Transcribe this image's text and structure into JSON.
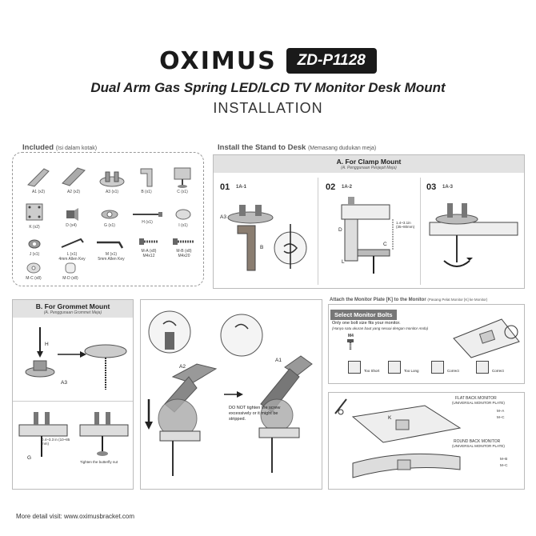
{
  "header": {
    "brand": "OXIMUS",
    "model": "ZD-P1128",
    "subtitle": "Dual Arm Gas Spring LED/LCD TV Monitor Desk Mount",
    "title": "INSTALLATION"
  },
  "included": {
    "label": "Included",
    "label_sub": "(Isi dalam kotak)",
    "parts": [
      {
        "name": "A1 (x2)"
      },
      {
        "name": "A2 (x2)"
      },
      {
        "name": "A3 (x1)"
      },
      {
        "name": "B (x1)"
      },
      {
        "name": "C (x1)"
      },
      {
        "name": "K (x2)"
      },
      {
        "name": "D (x4)"
      },
      {
        "name": "G (x1)"
      },
      {
        "name": "H (x1)"
      },
      {
        "name": "I (x1)"
      },
      {
        "name": "J (x1)"
      },
      {
        "name": "L (x1)",
        "desc": "4mm Allen Key"
      },
      {
        "name": "M (x1)",
        "desc": "5mm Allen Key"
      },
      {
        "name": "M-A (x8)",
        "desc": "M4x12"
      },
      {
        "name": "M-B (x8)",
        "desc": "M4x20"
      },
      {
        "name": "M-C (x8)"
      },
      {
        "name": "M-D (x8)"
      }
    ]
  },
  "stand": {
    "label": "Install the Stand to Desk",
    "label_sub": "(Memasang dudukan meja)"
  },
  "clamp": {
    "title": "A. For Clamp Mount",
    "sub": "(A. Penggunaan Penjepit Meja)",
    "steps": [
      {
        "num": "01",
        "code": "1A-1"
      },
      {
        "num": "02",
        "code": "1A-2"
      },
      {
        "num": "03",
        "code": "1A-3"
      }
    ],
    "labels": {
      "a3": "A3",
      "b": "B",
      "c": "C",
      "d": "D",
      "l": "L",
      "range": "1.4~3.1in (35~80mm)"
    }
  },
  "grommet": {
    "title": "B. For Grommet Mount",
    "sub": "(A. Penggunaan Grommet Meja)",
    "labels": {
      "h": "H",
      "a3": "A3",
      "g": "G",
      "range": "0.4~3.3 in (10~85 mm)",
      "tighten": "Tighten the butterfly nut"
    }
  },
  "arms": {
    "labels": {
      "a2": "A2",
      "a1": "A1"
    },
    "warning": "DO NOT tighten the screw excessively or it might be stripped."
  },
  "monitor": {
    "attach": "Attach the Monitor Plate [K] to the Monitor",
    "attach_sub": "(Pasang Pelat Monitor [K] ke Monitor)",
    "bolts_title": "Select Monitor Bolts",
    "bolts_text": "Only one bolt size fits your monitor.",
    "bolts_sub": "(Hanya satu ukuran baut yang sesuai dengan monitor Anda)",
    "bolt_size": "M4",
    "checks": [
      "Too Short",
      "Too Long",
      "Correct",
      "Correct"
    ]
  },
  "back": {
    "flat_title": "FLAT BACK MONITOR",
    "flat_sub": "(UNIVERSAL MONITOR PLATE)",
    "flat_bolts": [
      "M–A",
      "M–C"
    ],
    "round_title": "ROUND BACK MONITOR",
    "round_sub": "(UNIVERSAL MONITOR PLATE)",
    "round_bolts": [
      "M–B",
      "M–C"
    ],
    "k": "K"
  },
  "footer": "More detail visit: www.oximusbracket.com"
}
